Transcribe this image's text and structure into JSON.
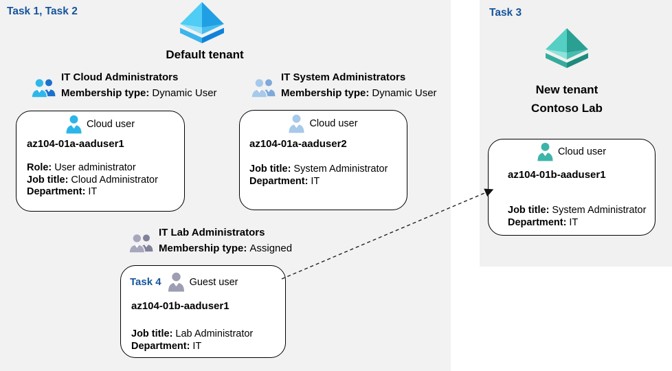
{
  "colors": {
    "task_blue": "#15549c",
    "left_panel_bg": "#f2f2f2",
    "right_panel_bg": "#f1f1f1",
    "card_bg": "#ffffff",
    "card_border": "#000000",
    "text": "#000000",
    "tenant_icon_blue": "#2ba7e8",
    "tenant_icon_teal": "#3db3a6",
    "cloud_user_cyan": "#2cb5e9",
    "cloud_user_pale_blue": "#a7c9ea",
    "guest_user_gray": "#9d9db3",
    "cloud_user_teal": "#3cb4a9"
  },
  "labels": {
    "task12": "Task 1, Task 2",
    "task3": "Task 3"
  },
  "tenants": {
    "default": {
      "name": "Default tenant",
      "icon": "azure-tenant-icon-blue"
    },
    "new": {
      "line1": "New tenant",
      "line2": "Contoso Lab",
      "icon": "azure-tenant-icon-teal"
    }
  },
  "groups": [
    {
      "name": "IT Cloud Administrators",
      "membership_label": "Membership type:",
      "membership_value": "Dynamic User"
    },
    {
      "name": "IT System Administrators",
      "membership_label": "Membership type:",
      "membership_value": "Dynamic User"
    },
    {
      "name": "IT Lab Administrators",
      "membership_label": "Membership type:",
      "membership_value": "Assigned"
    }
  ],
  "users": [
    {
      "type_label": "Cloud user",
      "name": "az104-01a-aaduser1",
      "fields": [
        {
          "label": "Role:",
          "value": "User administrator"
        },
        {
          "label": "Job title:",
          "value": "Cloud Administrator"
        },
        {
          "label": "Department:",
          "value": "IT"
        }
      ]
    },
    {
      "type_label": "Cloud user",
      "name": "az104-01a-aaduser2",
      "fields": [
        {
          "label": "Job title:",
          "value": "System Administrator"
        },
        {
          "label": "Department:",
          "value": "IT"
        }
      ]
    },
    {
      "type_label": "Guest user",
      "task_label": "Task 4",
      "name": "az104-01b-aaduser1",
      "fields": [
        {
          "label": "Job title:",
          "value": "Lab Administrator"
        },
        {
          "label": "Department:",
          "value": "IT"
        }
      ]
    },
    {
      "type_label": "Cloud user",
      "name": "az104-01b-aaduser1",
      "fields": [
        {
          "label": "Job title:",
          "value": "System Administrator"
        },
        {
          "label": "Department:",
          "value": "IT"
        }
      ]
    }
  ]
}
